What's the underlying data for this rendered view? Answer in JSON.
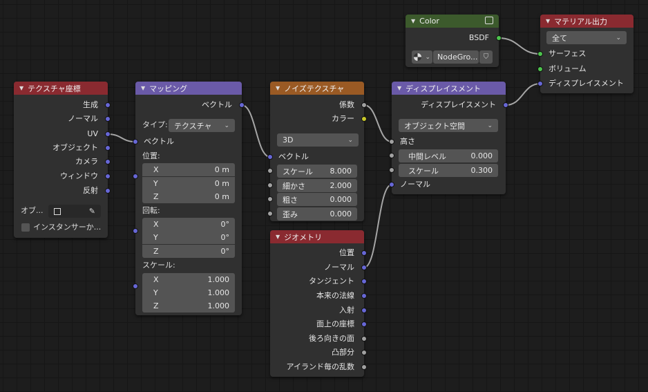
{
  "nodes": {
    "tex_coord": {
      "title": "テクスチャ座標",
      "outputs": [
        "生成",
        "ノーマル",
        "UV",
        "オブジェクト",
        "カメラ",
        "ウィンドウ",
        "反射"
      ],
      "object_label": "オブ...",
      "instancer_label": "インスタンサーか..."
    },
    "mapping": {
      "title": "マッピング",
      "output": "ベクトル",
      "type_label": "タイプ:",
      "type_value": "テクスチャ",
      "vector_input": "ベクトル",
      "location_label": "位置:",
      "location": [
        {
          "axis": "X",
          "value": "0 m"
        },
        {
          "axis": "Y",
          "value": "0 m"
        },
        {
          "axis": "Z",
          "value": "0 m"
        }
      ],
      "rotation_label": "回転:",
      "rotation": [
        {
          "axis": "X",
          "value": "0°"
        },
        {
          "axis": "Y",
          "value": "0°"
        },
        {
          "axis": "Z",
          "value": "0°"
        }
      ],
      "scale_label": "スケール:",
      "scale": [
        {
          "axis": "X",
          "value": "1.000"
        },
        {
          "axis": "Y",
          "value": "1.000"
        },
        {
          "axis": "Z",
          "value": "1.000"
        }
      ]
    },
    "noise": {
      "title": "ノイズテクスチャ",
      "outputs": [
        "係数",
        "カラー"
      ],
      "dimensions": "3D",
      "vector_input": "ベクトル",
      "params": [
        {
          "label": "スケール",
          "value": "8.000"
        },
        {
          "label": "細かさ",
          "value": "2.000"
        },
        {
          "label": "粗さ",
          "value": "0.000"
        },
        {
          "label": "歪み",
          "value": "0.000"
        }
      ]
    },
    "geometry": {
      "title": "ジオメトリ",
      "outputs": [
        "位置",
        "ノーマル",
        "タンジェント",
        "本来の法線",
        "入射",
        "面上の座標",
        "後ろ向きの面",
        "凸部分",
        "アイランド毎の乱数"
      ]
    },
    "displacement": {
      "title": "ディスプレイスメント",
      "output": "ディスプレイスメント",
      "space": "オブジェクト空間",
      "height_input": "高さ",
      "midlevel_label": "中間レベル",
      "midlevel_value": "0.000",
      "scale_label": "スケール",
      "scale_value": "0.300",
      "normal_input": "ノーマル"
    },
    "color": {
      "title": "Color",
      "output": "BSDF",
      "group_name": "NodeGro..."
    },
    "material_output": {
      "title": "マテリアル出力",
      "target": "全て",
      "inputs": [
        "サーフェス",
        "ボリューム",
        "ディスプレイスメント"
      ]
    }
  },
  "colors": {
    "header_input": "#8a2a30",
    "header_vector": "#6a5aa8",
    "header_texture": "#9a5a24",
    "header_group": "#3c5a2c",
    "socket_vector": "#6767d6",
    "socket_float": "#a1a1a1",
    "socket_color": "#c8c82a",
    "socket_shader": "#4dc44d",
    "link": "#a6a6a6"
  }
}
